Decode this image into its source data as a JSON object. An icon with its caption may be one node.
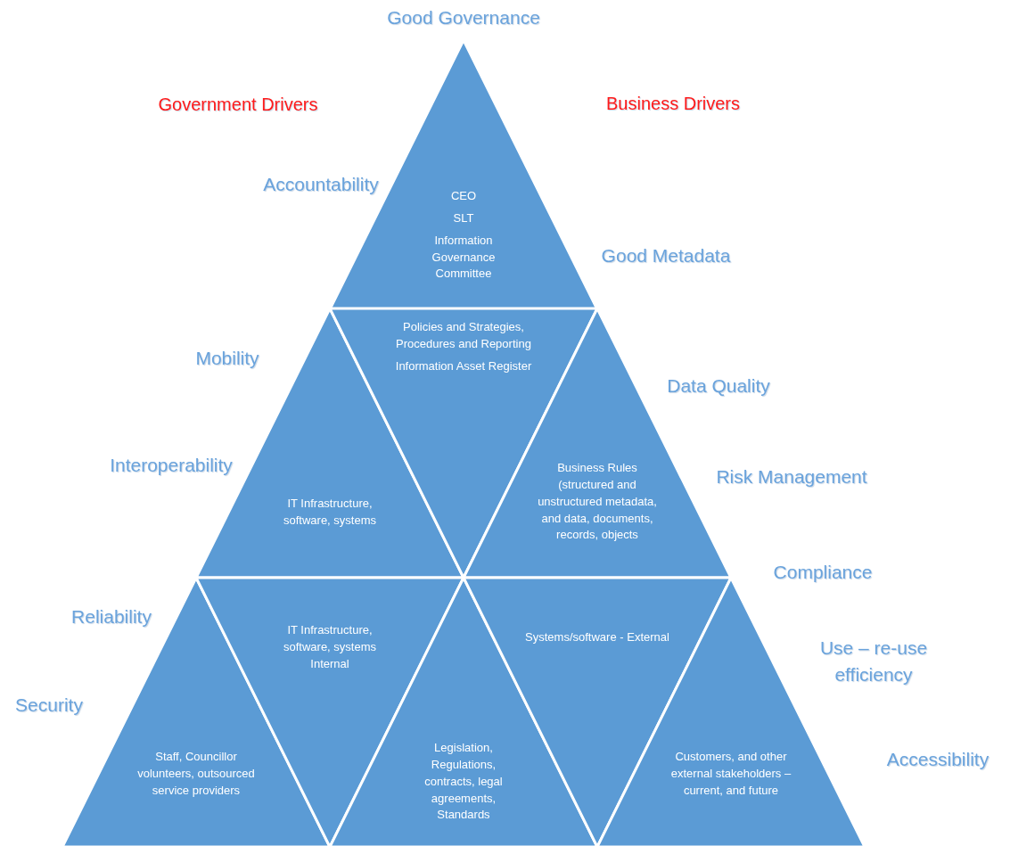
{
  "diagram": {
    "title": "Good Governance",
    "nodes": [
      {
        "text": [
          "CEO",
          "SLT",
          "Information Governance Committee"
        ]
      },
      {
        "text": [
          "IT Infrastructure, software, systems"
        ]
      },
      {
        "text": [
          "Policies and Strategies, Procedures and Reporting",
          "Information Asset Register"
        ]
      },
      {
        "text": [
          "Business Rules (structured and unstructured metadata, and data, documents, records, objects"
        ]
      },
      {
        "text": [
          "Staff, Councillor volunteers, outsourced service providers"
        ]
      },
      {
        "text": [
          "IT Infrastructure, software, systems Internal"
        ]
      },
      {
        "text": [
          "Legislation, Regulations, contracts, legal agreements, Standards"
        ]
      },
      {
        "text": [
          "Systems/software - External"
        ]
      },
      {
        "text": [
          "Customers, and other external stakeholders – current, and future"
        ]
      }
    ],
    "labels": [
      "Government Drivers",
      "Business Drivers",
      "Accountability",
      "Good Metadata",
      "Mobility",
      "Data Quality",
      "Interoperability",
      "Risk Management",
      "Reliability",
      "Compliance",
      "Use – re-use efficiency",
      "Security",
      "Accessibility"
    ]
  }
}
